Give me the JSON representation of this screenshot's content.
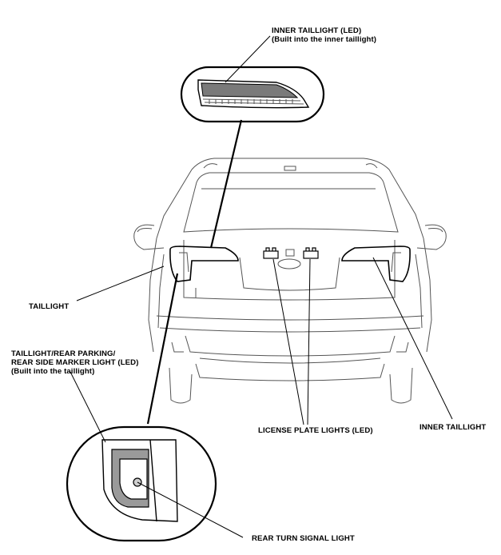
{
  "labels": {
    "inner_taillight_led_1": "INNER TAILLIGHT (LED)",
    "inner_taillight_led_2": "(Built into the inner taillight)",
    "taillight": "TAILLIGHT",
    "taillight_rear_parking_1": "TAILLIGHT/REAR PARKING/",
    "taillight_rear_parking_2": "REAR SIDE MARKER LIGHT (LED)",
    "taillight_rear_parking_3": "(Built into the taillight)",
    "license_plate_lights": "LICENSE PLATE LIGHTS (LED)",
    "inner_taillight": "INNER TAILLIGHT",
    "rear_turn_signal": "REAR TURN SIGNAL LIGHT"
  }
}
